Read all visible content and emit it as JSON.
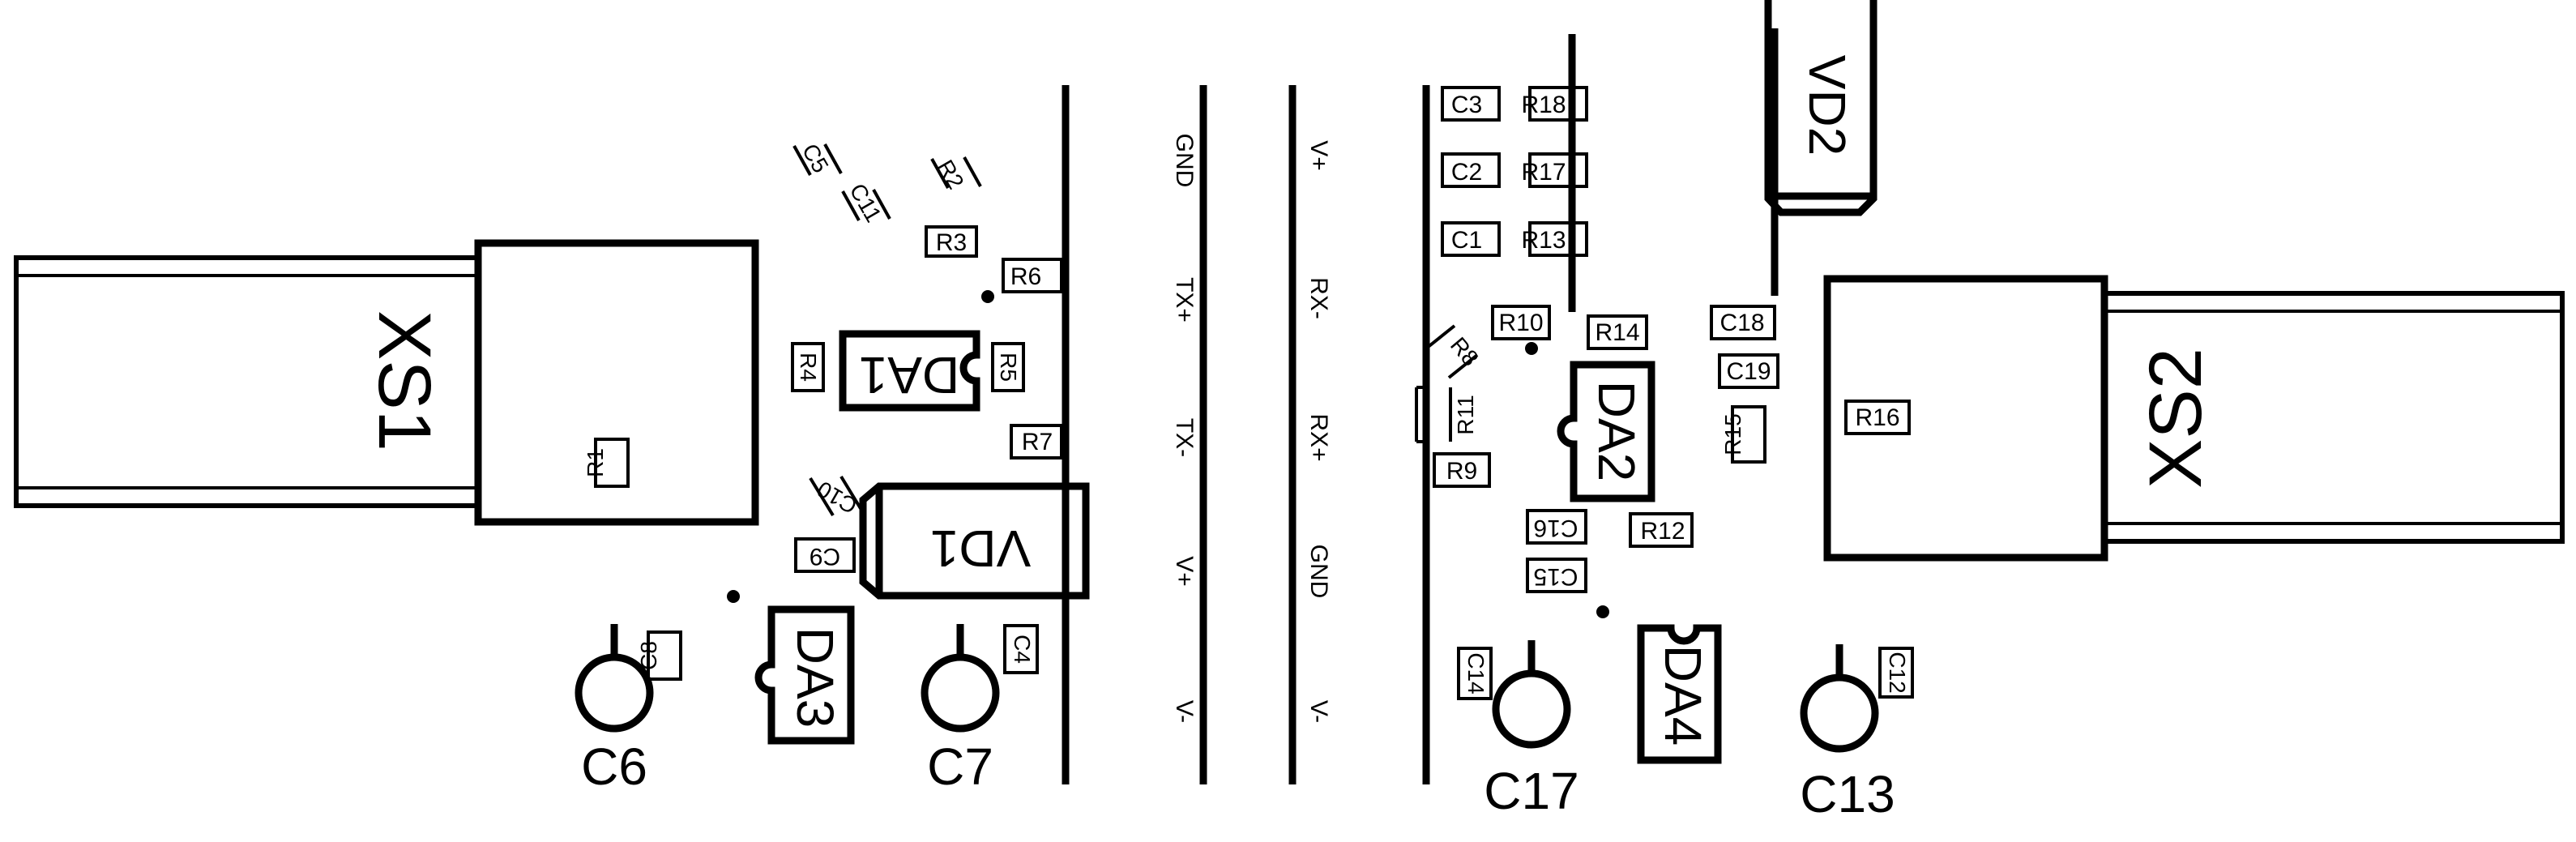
{
  "connectors": {
    "xs1": "XS1",
    "xs2": "XS2"
  },
  "ics": {
    "da1": "DA1",
    "da2": "DA2",
    "da3": "DA3",
    "da4": "DA4"
  },
  "diodes": {
    "vd1": "VD1",
    "vd2": "VD2"
  },
  "electrolytic_caps": {
    "c6": "C6",
    "c7": "C7",
    "c17": "C17",
    "c13": "C13"
  },
  "small_labels": {
    "c1": "C1",
    "c2": "C2",
    "c3": "C3",
    "c4": "C4",
    "c5": "C5",
    "c8": "C8",
    "c9": "C9",
    "c10": "C10",
    "c11": "C11",
    "c12": "C12",
    "c14": "C14",
    "c15": "C15",
    "c16": "C16",
    "c18": "C18",
    "c19": "C19",
    "r1": "R1",
    "r2": "R2",
    "r3": "R3",
    "r4": "R4",
    "r5": "R5",
    "r6": "R6",
    "r7": "R7",
    "r8": "R8",
    "r9": "R9",
    "r10": "R10",
    "r11": "R11",
    "r12": "R12",
    "r13": "R13",
    "r14": "R14",
    "r15": "R15",
    "r16": "R16",
    "r17": "R17",
    "r18": "R18"
  },
  "bus_left": [
    "GND",
    "TX+",
    "TX-",
    "V+",
    "V-"
  ],
  "bus_right": [
    "V+",
    "RX-",
    "RX+",
    "GND",
    "V-"
  ]
}
